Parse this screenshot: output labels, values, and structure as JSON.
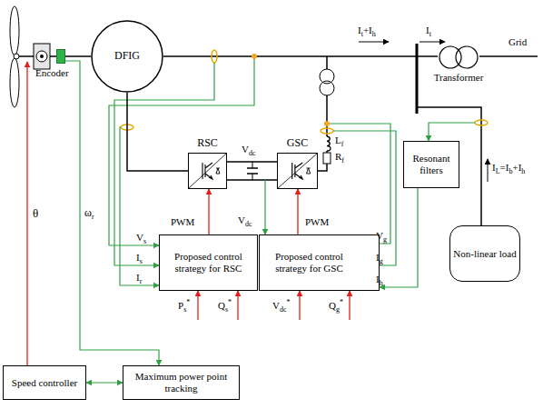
{
  "diagram": {
    "nodes": [
      {
        "text": [
          "DFIG"
        ]
      },
      {
        "text": [
          "RSC"
        ]
      },
      {
        "text": [
          "GSC"
        ]
      },
      {
        "text": [
          "Transformer"
        ]
      },
      {
        "text": [
          "Resonant filters"
        ]
      },
      {
        "text": [
          "Non-linear load"
        ]
      },
      {
        "text": [
          "Proposed control strategy for RSC"
        ]
      },
      {
        "text": [
          "Proposed control strategy for GSC"
        ]
      },
      {
        "text": [
          "Speed controller"
        ]
      },
      {
        "text": [
          "Maximum power point tracking"
        ]
      },
      {
        "text": [
          "Encoder"
        ]
      }
    ],
    "edges": [
      {
        "from": 6,
        "to": 1,
        "arrow": "to"
      },
      {
        "from": 7,
        "to": 2,
        "arrow": "to"
      },
      {
        "from": 8,
        "to": 9,
        "arrow": "both"
      },
      {
        "from": 10,
        "to": 9,
        "arrow": "to"
      },
      {
        "from": 4,
        "to": 7,
        "arrow": "to"
      },
      {
        "from": 1,
        "to": 0,
        "arrow": "none"
      }
    ],
    "labels": [
      "Grid",
      "It+Ih",
      "It",
      "IL=Ib+Ih",
      "Lf",
      "Rf",
      "Vdc",
      "Vdc",
      "PWM",
      "PWM",
      "Vs",
      "Is",
      "Ir",
      "Vg",
      "Ig",
      "Ih",
      "Ps*",
      "Qs*",
      "Vdc*",
      "Qg*",
      "θ",
      "ωr"
    ]
  }
}
